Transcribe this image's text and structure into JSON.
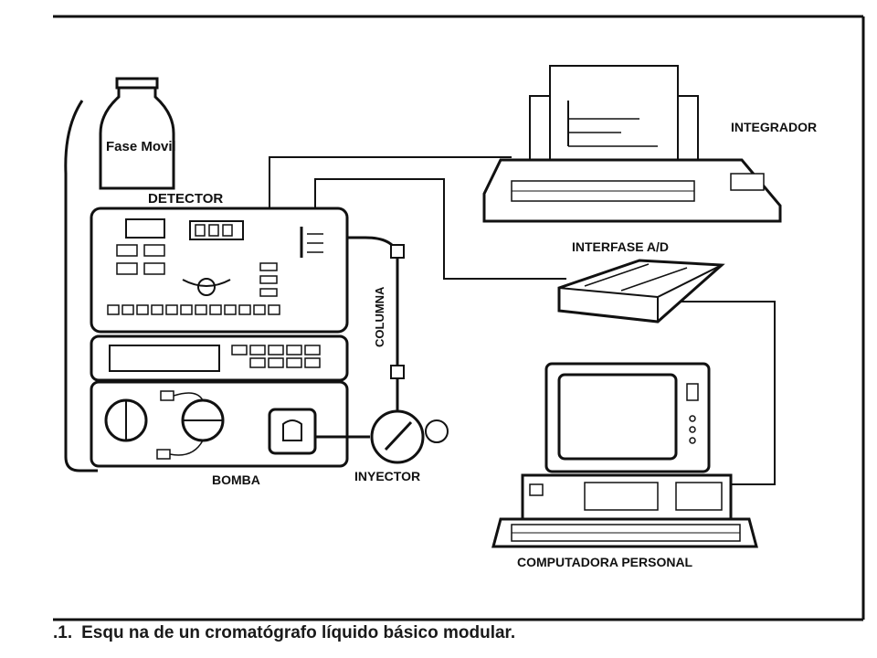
{
  "labels": {
    "bottle": "Fase Movil",
    "detector": "DETECTOR",
    "integrador": "INTEGRADOR",
    "interfase": "INTERFASE A/D",
    "columna": "COLUMNA",
    "bomba": "BOMBA",
    "inyector": "INYECTOR",
    "computadora": "COMPUTADORA PERSONAL"
  },
  "caption": {
    "number": ".1.",
    "text": "Esqu na de un cromatógrafo líquido básico modular."
  }
}
